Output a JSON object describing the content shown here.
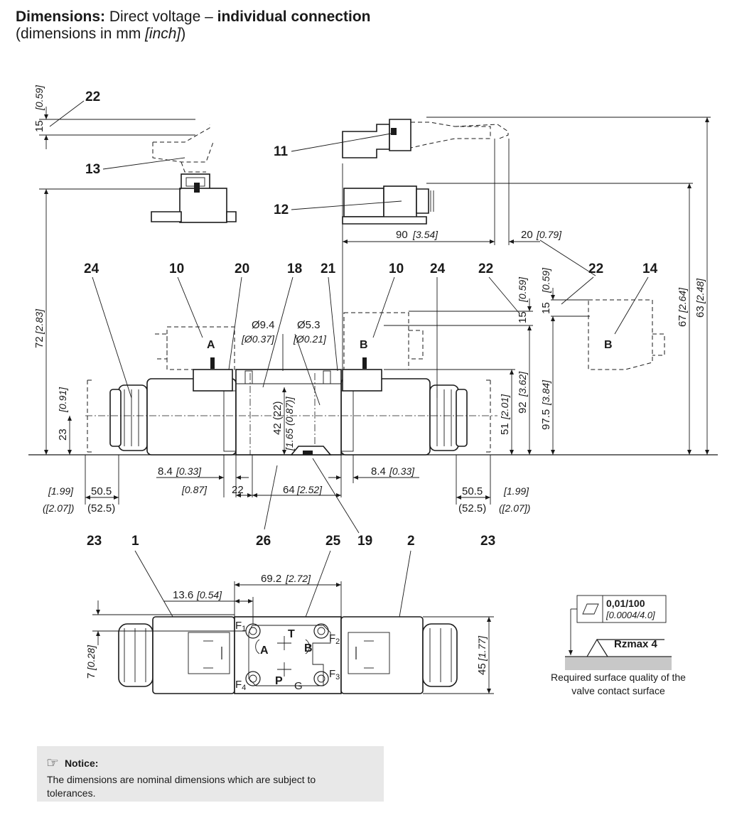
{
  "header": {
    "label": "Dimensions:",
    "mode": "Direct voltage –",
    "connection": "individual connection",
    "units_open": "(dimensions in mm ",
    "units_inch": "[inch]",
    "units_close": ")"
  },
  "callouts": {
    "c22_top": "22",
    "c13": "13",
    "c11": "11",
    "c12": "12",
    "c24_left": "24",
    "c10_left": "10",
    "c20": "20",
    "c18": "18",
    "c21": "21",
    "c10_right": "10",
    "c24_right": "24",
    "c22_mid": "22",
    "c22_right": "22",
    "c14": "14",
    "c23_left": "23",
    "c1": "1",
    "c26": "26",
    "c25": "25",
    "c19": "19",
    "c2": "2",
    "c23_right": "23"
  },
  "dimensions": {
    "d15_top": "15",
    "d15_top_in": "[0.59]",
    "d72": "72",
    "d72_in": "[2.83]",
    "d23": "23",
    "d23_in": "[0.91]",
    "d90": "90",
    "d90_in": "[3.54]",
    "d20": "20",
    "d20_in": "[0.79]",
    "d_dia94": "Ø9.4",
    "d_dia94_in": "[Ø0.37]",
    "d_dia53": "Ø5.3",
    "d_dia53_in": "[Ø0.21]",
    "d15_mid": "15",
    "d15_mid_in": "[0.59]",
    "d15_right": "15",
    "d15_right_in": "[0.59]",
    "d42": "42 (22)",
    "d42_in": "[1.65 (0.87)]",
    "d51": "51",
    "d51_in": "[2.01]",
    "d92": "92",
    "d92_in": "[3.62]",
    "d975": "97.5",
    "d975_in": "[3.84]",
    "d67": "67",
    "d67_in": "[2.64]",
    "d63": "63",
    "d63_in": "[2.48]",
    "d84_left": "8.4",
    "d84_left_in": "[0.33]",
    "d84_right": "8.4",
    "d84_right_in": "[0.33]",
    "d22_in": "[0.87]",
    "d22": "22",
    "d64": "64",
    "d64_in": "[2.52]",
    "d505_left": "50.5",
    "d505_left_in": "[1.99]",
    "d525_left": "(52.5)",
    "d525_left_in": "([2.07])",
    "d505_right": "50.5",
    "d505_right_in": "[1.99]",
    "d525_right": "(52.5)",
    "d525_right_in": "([2.07])",
    "d692": "69.2",
    "d692_in": "[2.72]",
    "d136": "13.6",
    "d136_in": "[0.54]",
    "d7": "7",
    "d7_in": "[0.28]",
    "d45": "45",
    "d45_in": "[1.77]"
  },
  "ports": {
    "A": "A",
    "B": "B",
    "T": "T",
    "P": "P",
    "G": "G",
    "F1": "F",
    "F1_sub": "1",
    "F2": "F",
    "F2_sub": "2",
    "F3": "F",
    "F3_sub": "3",
    "F4": "F",
    "F4_sub": "4",
    "sol_A": "A",
    "sol_B": "B",
    "plug_B": "B"
  },
  "surface": {
    "flatness": "0,01/100",
    "flatness_in": "[0.0004/4.0]",
    "roughness": "Rzmax  4",
    "caption_line1": "Required surface quality of the",
    "caption_line2": "valve contact surface"
  },
  "notice": {
    "icon": "pointing-hand-icon",
    "title": "Notice:",
    "body": "The dimensions are nominal dimensions which are subject to tolerances."
  }
}
